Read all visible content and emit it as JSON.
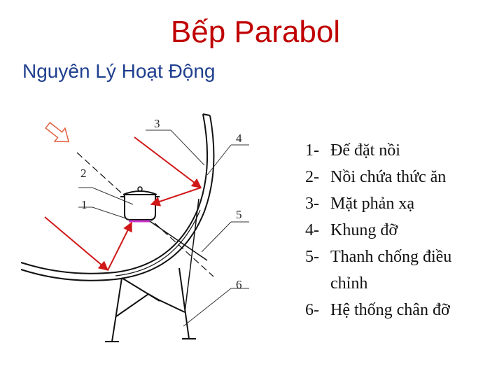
{
  "title": "Bếp Parabol",
  "subtitle": "Nguyên Lý Hoạt Động",
  "diagram": {
    "labels": [
      "1",
      "2",
      "3",
      "4",
      "5",
      "6"
    ]
  },
  "legend": {
    "items": [
      {
        "num": "1-",
        "lines": [
          "Đế đặt nồi"
        ]
      },
      {
        "num": "2-",
        "lines": [
          "Nồi chứa thức ăn"
        ]
      },
      {
        "num": "3-",
        "lines": [
          "Mặt phản xạ"
        ]
      },
      {
        "num": "4-",
        "lines": [
          "Khung đỡ"
        ]
      },
      {
        "num": "5-",
        "lines": [
          "Thanh  chống  điều",
          "chỉnh"
        ]
      },
      {
        "num": "6-",
        "lines": [
          "Hệ thống chân đỡ"
        ]
      }
    ]
  },
  "colors": {
    "title": "#c00000",
    "subtitle": "#1f3f8f",
    "rays": "#d01818",
    "stand": "#cc33cc"
  }
}
